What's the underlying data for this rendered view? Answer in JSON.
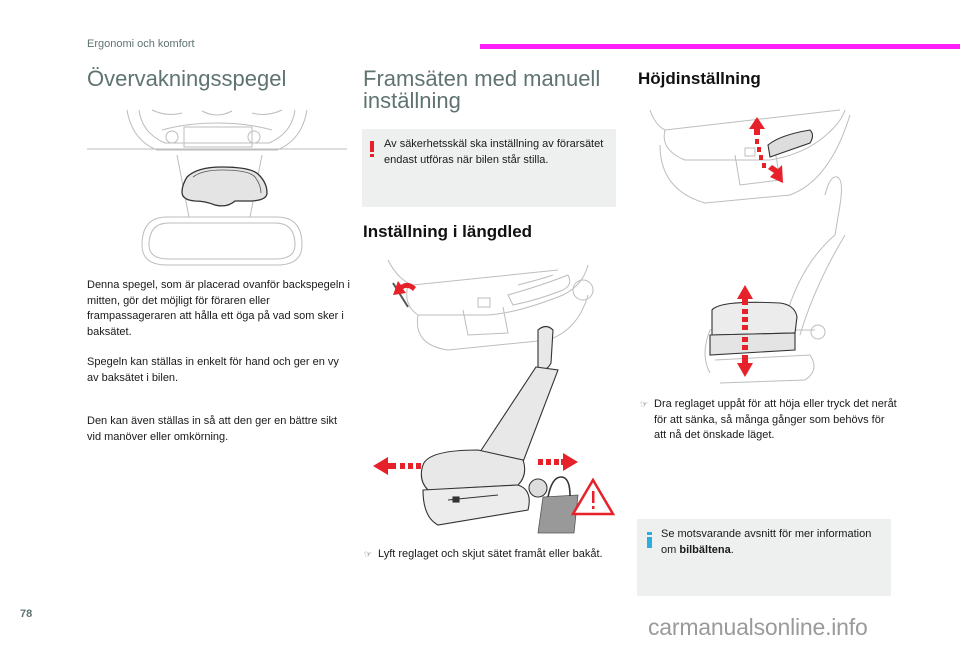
{
  "header": {
    "section_label": "Ergonomi och komfort",
    "accent_color": "#ff1ef7"
  },
  "col1": {
    "title": "Övervakningsspegel",
    "illustration": "conversation-mirror-illustration",
    "paragraphs": [
      "Denna spegel, som är placerad ovanför backspegeln i mitten, gör det möjligt för föraren eller frampassageraren att hålla ett öga på vad som sker i baksätet.",
      "Spegeln kan ställas in enkelt för hand och ger en vy av baksätet i bilen.",
      "Den kan även ställas in så att den ger en bättre sikt vid manöver eller omkörning."
    ]
  },
  "col2": {
    "title_line1": "Framsäten med manuell",
    "title_line2": "inställning",
    "warning": {
      "icon": "warning-icon",
      "color": "#e62129",
      "text": "Av säkerhetsskäl ska inställning av förarsätet endast utföras när bilen står stilla."
    },
    "subtitle": "Inställning i längdled",
    "illustration": "seat-longitudinal-adjustment-illustration",
    "bullet": {
      "icon": "pointing-hand-icon",
      "text": "Lyft reglaget och skjut sätet framåt eller bakåt."
    }
  },
  "col3": {
    "title": "Höjdinställning",
    "illustration": "seat-height-adjustment-illustration",
    "bullet": {
      "icon": "pointing-hand-icon",
      "text": "Dra reglaget uppåt för att höja eller tryck det neråt för att sänka, så många gånger som behövs för att nå det önskade läget."
    },
    "info": {
      "icon": "info-icon",
      "color": "#2aaee0",
      "text_before": "Se motsvarande avsnitt för mer information om ",
      "text_bold": "bilbältena",
      "text_after": "."
    }
  },
  "footer": {
    "page_number": "78",
    "watermark": "carmanualsonline.info"
  }
}
